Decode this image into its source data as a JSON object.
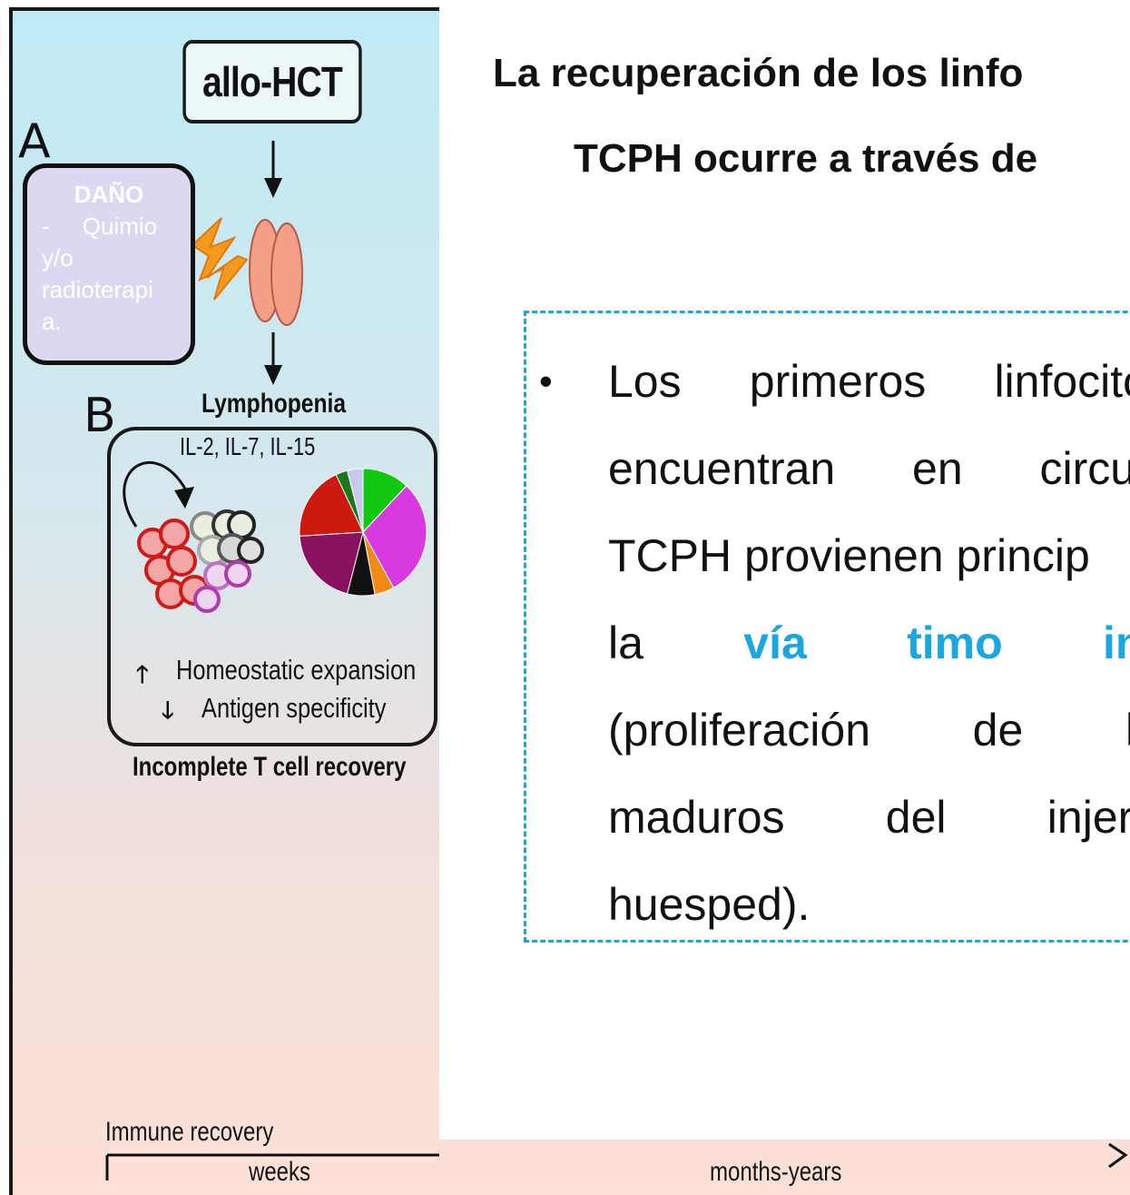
{
  "figure": {
    "allo_hct": "allo-HCT",
    "label_a": "A",
    "label_b": "B",
    "dano": {
      "title": "DAÑO",
      "line1": "-     Quimio",
      "line2": "y/o",
      "line3": "radioterapi",
      "line4": "a."
    },
    "lymphopenia": "Lymphopenia",
    "cytokines": "IL-2, IL-7, IL-15",
    "homeostatic": "Homeostatic expansion",
    "antigen": "Antigen specificity",
    "incomplete": "Incomplete T cell recovery",
    "up_arrow": "🡑",
    "down_arrow": "🡓",
    "immune_recovery": "Immune recovery",
    "weeks": "weeks",
    "months": "months-years",
    "pie_colors": [
      "#11c811",
      "#d83ae0",
      "#f08a12",
      "#111111",
      "#8a1060",
      "#cc1a10",
      "#1a7a1a",
      "#c8c8f0"
    ],
    "pie_fractions": [
      0.12,
      0.3,
      0.05,
      0.07,
      0.2,
      0.19,
      0.03,
      0.04
    ]
  },
  "slide": {
    "title_line1": "La recuperación de los linfo",
    "title_line2": "TCPH ocurre a través de",
    "bullet": "•",
    "body": {
      "l1": [
        "Los",
        "primeros",
        "linfocitos"
      ],
      "l2": [
        "encuentran",
        "en",
        "circula"
      ],
      "l3": [
        "TCPH provienen princip"
      ],
      "l4_plain": "la",
      "l4_blue": [
        "vía",
        "timo",
        "ind"
      ],
      "l5": [
        "(proliferación",
        "de",
        "lin"
      ],
      "l6": [
        "maduros",
        "del",
        "injerto"
      ],
      "l7": [
        "huesped)."
      ]
    },
    "accent_color": "#1aa7e0"
  }
}
